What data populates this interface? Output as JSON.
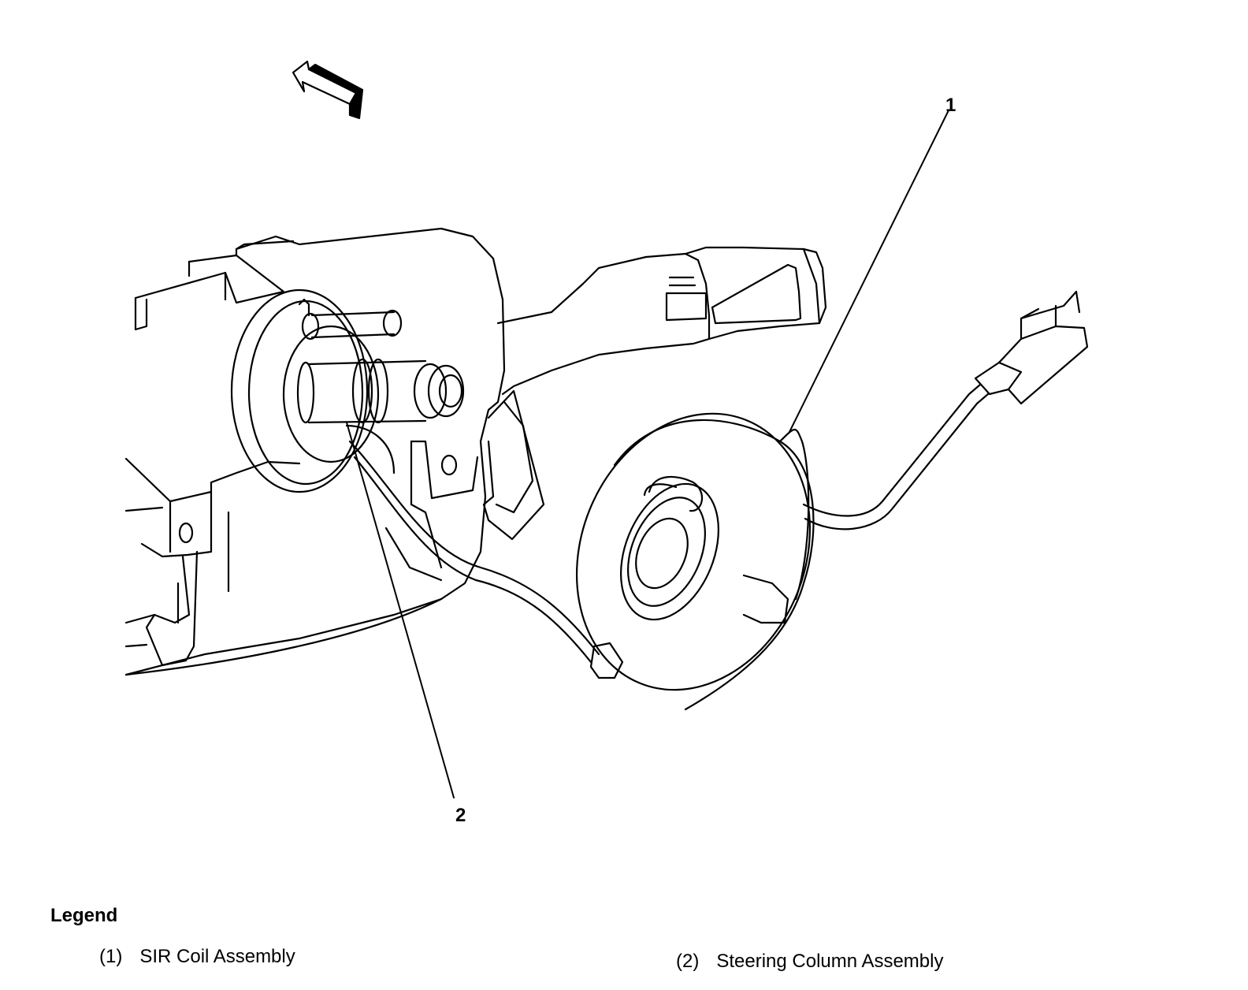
{
  "callouts": {
    "c1": "1",
    "c2": "2"
  },
  "legend": {
    "title": "Legend",
    "items": [
      {
        "number": "(1)",
        "label": "SIR Coil Assembly"
      },
      {
        "number": "(2)",
        "label": "Steering Column Assembly"
      }
    ]
  },
  "colors": {
    "line": "#000000",
    "background": "#ffffff"
  }
}
